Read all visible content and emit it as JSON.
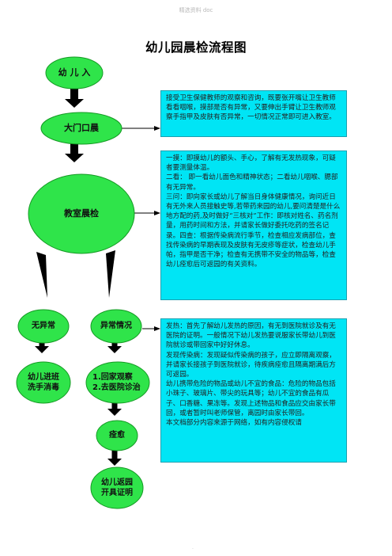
{
  "header": "精选资料 doc",
  "title": "幼儿园晨检流程图",
  "colors": {
    "node_fill": "#2fe44a",
    "node_stroke": "#159a24",
    "text_box_fill": "#00e5f5",
    "arrow": "#000000"
  },
  "nodes": {
    "enter": "幼 儿 入",
    "gate": "大门口晨",
    "classroom": "教室晨检",
    "normal": "无异常",
    "abnormal": "异常情况",
    "wash": [
      "幼儿进班",
      "洗手消毒"
    ],
    "observe": [
      "1.回家观察",
      "2.去医院诊治"
    ],
    "recovered": "痊愈",
    "return": [
      "幼儿返园",
      "开具证明"
    ]
  },
  "boxes": {
    "gate_note": "接受卫生保健教师的观察和咨询，既要张开嘴让卫生教师看看咽喉，摸部是否有异常，又要伸出手臂让卫生教师观察手指甲及皮肤有否异常，一切情况正常即可进入教室。",
    "classroom_note": [
      "一摸：即摸幼儿的额头、手心，了解有无发热现象，可疑者要测量体温。",
      "二看： 即一看幼儿面色和精神状态；二看幼儿咽喉、腮部有无异常。",
      "三问：即向家长或幼儿了解当日身体健康情况，询问近日有无外来人员接触史等,若带药来园的幼儿,要问清楚是什么地方配的药,及时做好“三核对”工作：即核对姓名、药名剂量，用药时间和方法，并请家长做好委托吃药的签名记录。四查：根据传染病流行季节，检查相应发病部位，查找传染病的早期表现及皮肤有无皮疹等症状，检查幼儿手帕，指甲是否干净；检查有无携带不安全的物品等，检查幼儿痊愈后可返园的有关资料。"
    ],
    "abnormal_note": [
      "发热：首先了解幼儿发热的原因，有无到医院就诊及有无医院的证明。一般情况下幼儿发热要说服家长带幼儿到医院就诊或带回家中好好休息。",
      "发现传染病：发现疑似传染病的孩子，应立即隔离观察，并请家长接孩子到医院就诊，待疾病痊愈且隔离期满后方可返园。",
      "幼儿携带危险的物品或幼儿不宜的食品：危险的物品包括小珠子、玻璃片、带尖的玩具等；幼儿不宜的食品有瓜子、口香糖、果冻等。发现上述物品和食品应交由家长带回，或者暂时叫老师保管，离园时由家长带回。",
      "本文档部分内容来源于网络，如有内容侵权请"
    ]
  },
  "footer": "·"
}
